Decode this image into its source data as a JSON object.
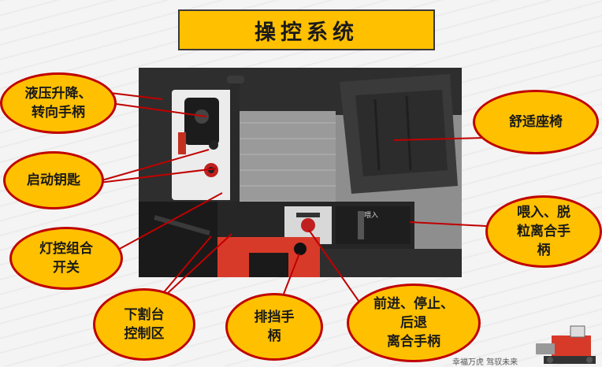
{
  "title": "操控系统",
  "labels": {
    "hydraulic_handle": "液压升降、\n转向手柄",
    "start_key": "启动钥匙",
    "light_switch": "灯控组合\n开关",
    "header_control": "下割台\n控制区",
    "gear_handle": "排挡手\n柄",
    "forward_clutch": "前进、停止、\n后退\n离合手柄",
    "feed_clutch": "喂入、脱\n粒离合手\n柄",
    "seat": "舒适座椅"
  },
  "panel_text": {
    "feed_sign": "喂入"
  },
  "footer": "幸福万虎  驾驭未来",
  "colors": {
    "bubble_fill": "#ffc000",
    "bubble_border": "#c00000",
    "leader_line": "#c00000",
    "title_fill": "#ffc000"
  }
}
